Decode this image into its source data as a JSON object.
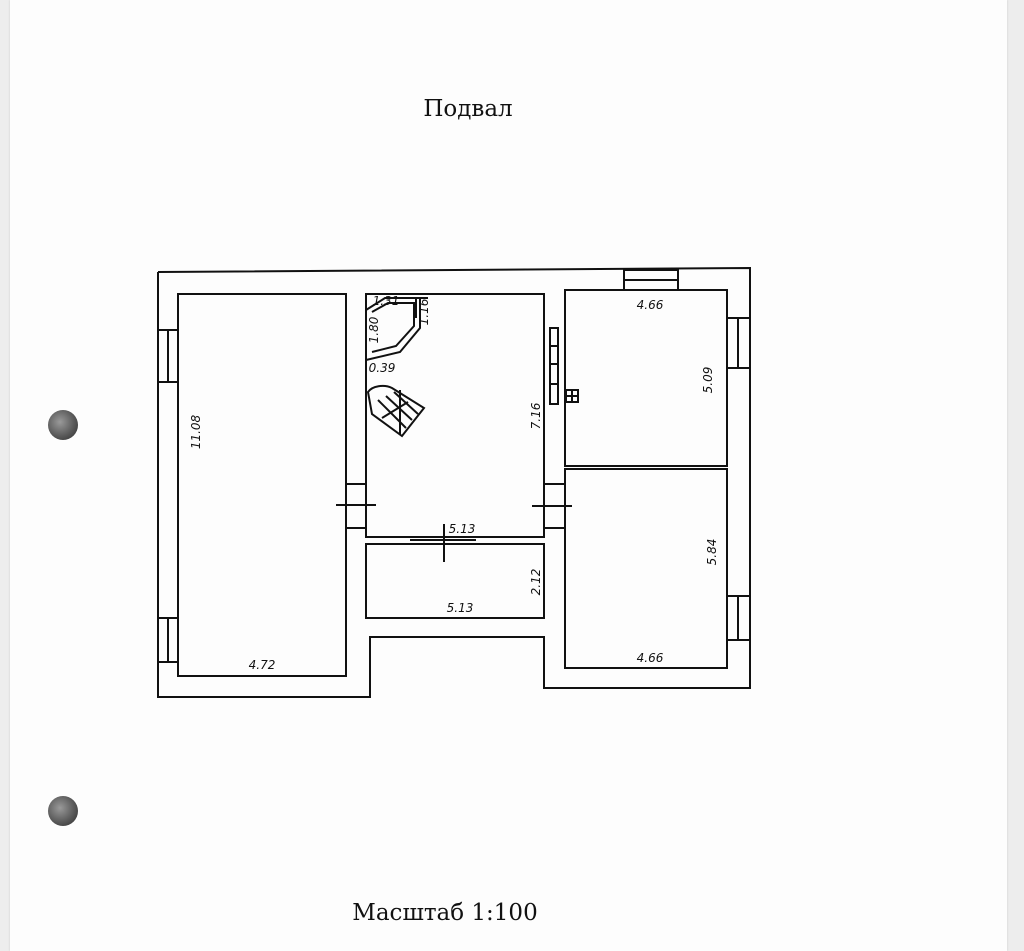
{
  "title": "Подвал",
  "scale_label": "Масштаб 1:100",
  "dimensions": {
    "room1_height": "11.08",
    "room1_width": "4.72",
    "stair_top": "1.31",
    "stair_side_a": "1.80",
    "stair_side_b": "1.16",
    "stair_bottom": "0.39",
    "room2_height": "7.16",
    "room2_width": "5.13",
    "room3_height": "2.12",
    "room3_width": "5.13",
    "room4_width": "4.66",
    "room4_height": "5.09",
    "room5_height": "5.84",
    "room5_width": "4.66"
  }
}
